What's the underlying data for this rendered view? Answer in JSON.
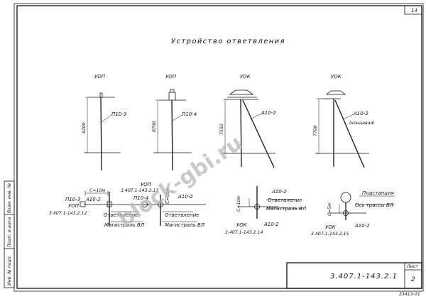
{
  "sheet": {
    "page_number": "14",
    "title": "Устройство ответвления",
    "document_code": "3.407.1-143.2.1",
    "sheet_label": "Лист",
    "sheet_number": "2",
    "archive_number": "23413-01",
    "watermark": "block-gbi.ru"
  },
  "side_stamp": {
    "cells": [
      "Инв. № подл.",
      "Подп. и дата",
      "Взам. инв. №"
    ]
  },
  "poles": [
    {
      "type": "УОП",
      "height": "8200",
      "spec": "П10-3"
    },
    {
      "type": "УОП",
      "height": "8700",
      "spec": "П10-4"
    },
    {
      "type": "УОК",
      "height": "7550",
      "spec": "А10-2"
    },
    {
      "type": "УОК",
      "height": "7700",
      "spec": "А10-2",
      "note": "(концевая)"
    }
  ],
  "plan1": {
    "left_spec": "П10-3",
    "left_type": "УОП",
    "left_ref": "3.407.1-143.2.12",
    "mid_spec": "А10-2",
    "dim": "С=10м",
    "branch": "Ответвление",
    "main": "Магистраль ВЛ"
  },
  "plan2": {
    "top_type": "УОП",
    "top_ref": "3.407.1-143.2.13",
    "left_spec": "П10-4",
    "dim": "С=10м",
    "right_spec": "А10-2",
    "branch": "Ответвление",
    "main": "Магистраль ВЛ"
  },
  "plan3": {
    "top_spec": "А10-2",
    "branch": "Ответвление",
    "main": "Магистраль ВЛ",
    "dim": "С=10м",
    "type": "УОК",
    "ref": "3.407.1-143.2.14",
    "bottom_spec": "А10-2"
  },
  "plan4": {
    "substation": "Подстанция",
    "axis": "Ось трассы ВЛ",
    "dim": "С=5м",
    "type": "УОК",
    "ref": "3.407.1-143.2.15",
    "bottom_spec": "А10-2"
  }
}
